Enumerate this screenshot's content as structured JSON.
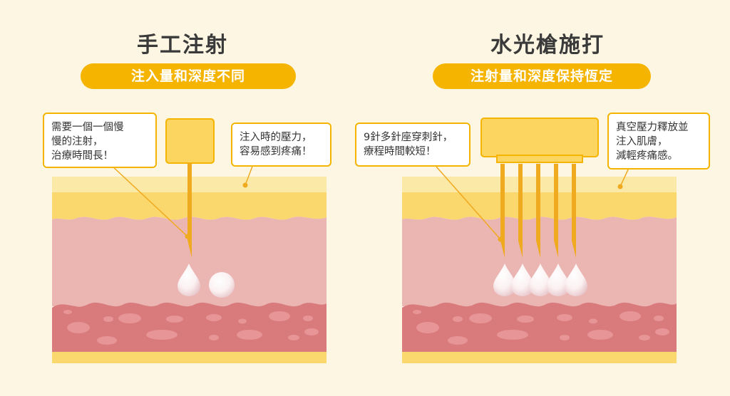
{
  "left": {
    "title": "手工注射",
    "subtitle": "注入量和深度不同",
    "callout_left": "需要一個一個慢\n慢的注射，\n治療時間長！",
    "callout_right": "注入時的壓力，\n容易感到疼痛！"
  },
  "right": {
    "title": "水光槍施打",
    "subtitle": "注射量和深度保持恆定",
    "callout_left": "9針多針座穿刺針，\n療程時間較短！",
    "callout_right": "真空壓力釋放並\n注入肌膚，\n減輕疼痛感。"
  },
  "colors": {
    "background": "#fdf6e2",
    "accent": "#f5b400",
    "needle": "#f0aa20",
    "skin_top": "#fbe9a8",
    "fat_layer": "#fbd86d",
    "dermis": "#ebb5b2",
    "deep_layer": "#d97b7c",
    "base_strip": "#fbd86d"
  }
}
